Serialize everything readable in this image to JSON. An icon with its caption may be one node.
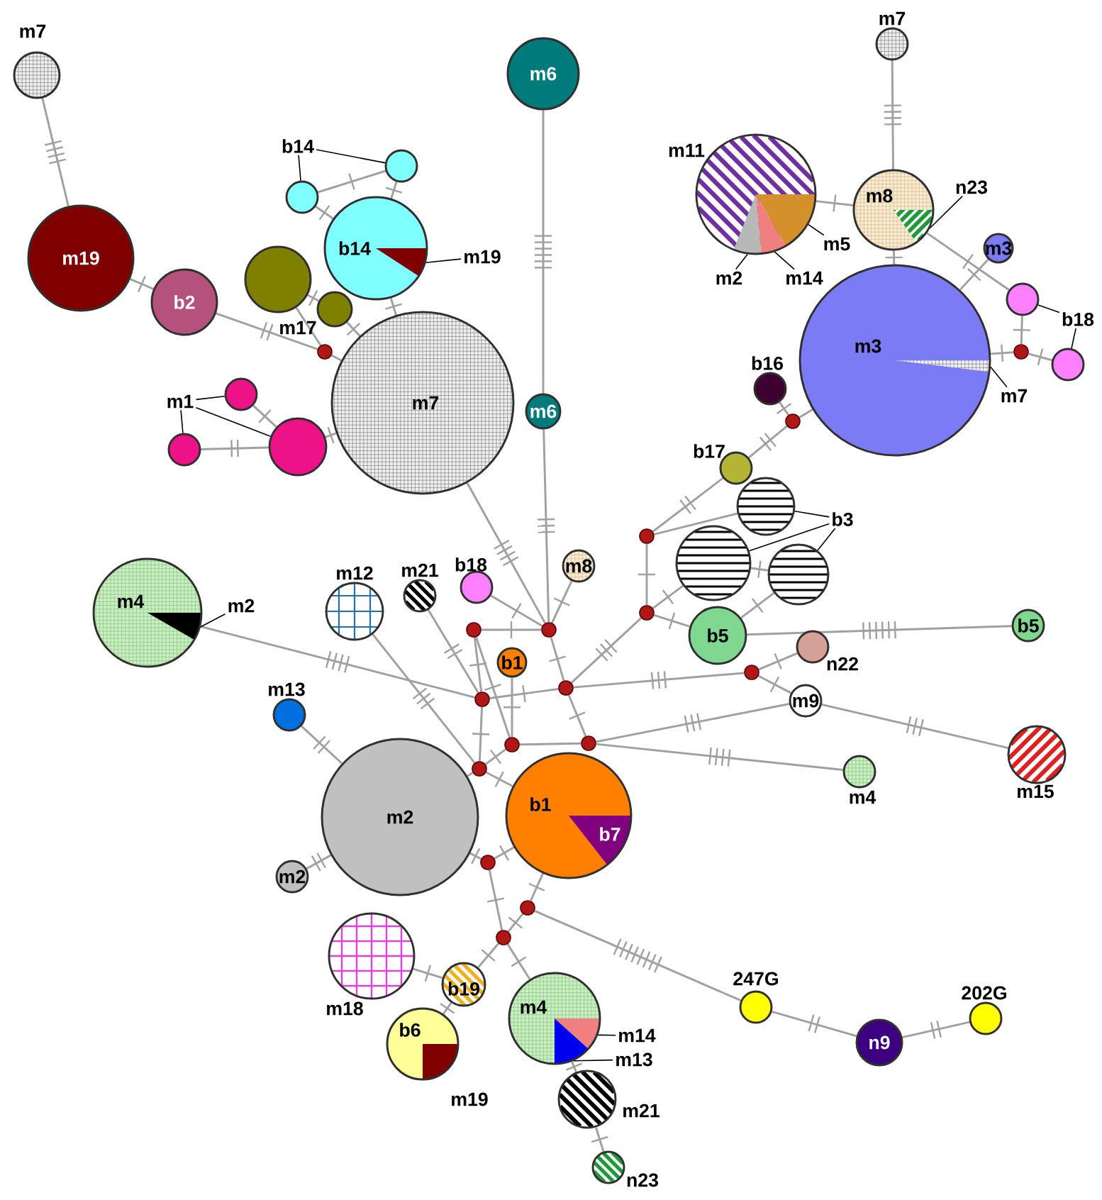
{
  "diagram": {
    "nodes": [
      {
        "text": [
          "m7"
        ]
      },
      {
        "text": [
          "m19"
        ]
      },
      {
        "text": [
          "b2"
        ]
      },
      {
        "text": [],
        "shape": "circle"
      },
      {
        "text": [],
        "shape": "circle"
      },
      {
        "text": [
          "b14"
        ]
      },
      {
        "text": [],
        "shape": "circle"
      },
      {
        "text": [],
        "shape": "circle"
      },
      {
        "text": [
          "b14"
        ]
      },
      {
        "text": [],
        "shape": "circle"
      },
      {
        "text": [
          "m7"
        ]
      },
      {
        "text": [
          "m1"
        ]
      },
      {
        "text": [],
        "shape": "circle"
      },
      {
        "text": [],
        "shape": "circle"
      },
      {
        "text": [],
        "shape": "circle"
      },
      {
        "text": [
          "m6"
        ]
      },
      {
        "text": [
          "m6"
        ]
      },
      {
        "text": [
          "m7"
        ]
      },
      {
        "text": [
          "m11"
        ]
      },
      {
        "text": [
          "m8"
        ]
      },
      {
        "text": [
          "m3"
        ]
      },
      {
        "text": [],
        "shape": "circle"
      },
      {
        "text": [
          "b18"
        ]
      },
      {
        "text": [],
        "shape": "circle"
      },
      {
        "text": [],
        "shape": "circle"
      },
      {
        "text": [
          "m3"
        ]
      },
      {
        "text": [
          "b16"
        ]
      },
      {
        "text": [],
        "shape": "circle"
      },
      {
        "text": [
          "b17"
        ]
      },
      {
        "text": [],
        "shape": "circle"
      },
      {
        "text": [
          "b3"
        ]
      },
      {
        "text": [],
        "shape": "circle"
      },
      {
        "text": [],
        "shape": "circle"
      },
      {
        "text": [],
        "shape": "circle"
      },
      {
        "text": [],
        "shape": "circle"
      },
      {
        "text": [
          "b5"
        ]
      },
      {
        "text": [
          "b5"
        ]
      },
      {
        "text": [
          "n22"
        ]
      },
      {
        "text": [],
        "shape": "circle"
      },
      {
        "text": [
          "m9"
        ]
      },
      {
        "text": [
          "m15"
        ]
      },
      {
        "text": [
          "m4"
        ]
      },
      {
        "text": [
          "m4"
        ]
      },
      {
        "text": [
          "m12"
        ]
      },
      {
        "text": [
          "m21"
        ]
      },
      {
        "text": [
          "b18"
        ]
      },
      {
        "text": [
          "m8"
        ]
      },
      {
        "text": [
          "m13"
        ]
      },
      {
        "text": [
          "b1"
        ]
      },
      {
        "text": [],
        "shape": "circle"
      },
      {
        "text": [],
        "shape": "circle"
      },
      {
        "text": [],
        "shape": "circle"
      },
      {
        "text": [],
        "shape": "circle"
      },
      {
        "text": [],
        "shape": "circle"
      },
      {
        "text": [],
        "shape": "circle"
      },
      {
        "text": [],
        "shape": "circle"
      },
      {
        "text": [
          "m2"
        ]
      },
      {
        "text": [
          "b1",
          "b7"
        ]
      },
      {
        "text": [
          "m2"
        ]
      },
      {
        "text": [],
        "shape": "circle"
      },
      {
        "text": [],
        "shape": "circle"
      },
      {
        "text": [],
        "shape": "circle"
      },
      {
        "text": [
          "m18"
        ]
      },
      {
        "text": [
          "b19"
        ]
      },
      {
        "text": [
          "b6",
          "m19"
        ]
      },
      {
        "text": [
          "m4"
        ]
      },
      {
        "text": [
          "m21"
        ]
      },
      {
        "text": [
          "n23"
        ]
      },
      {
        "text": [
          "247G"
        ]
      },
      {
        "text": [
          "n9"
        ]
      },
      {
        "text": [
          "202G"
        ]
      },
      {
        "text": [
          "m19"
        ]
      },
      {
        "text": [
          "m5"
        ]
      },
      {
        "text": [
          "m14"
        ]
      },
      {
        "text": [
          "m2"
        ]
      },
      {
        "text": [
          "n23"
        ]
      },
      {
        "text": [
          "m7"
        ]
      },
      {
        "text": [
          "m2"
        ]
      },
      {
        "text": [
          "m14"
        ]
      },
      {
        "text": [
          "m13"
        ]
      }
    ],
    "edges": [
      {
        "from": 0,
        "to": 1,
        "arrow": "none"
      },
      {
        "from": 1,
        "to": 2,
        "arrow": "none"
      },
      {
        "from": 2,
        "to": 9,
        "arrow": "none"
      },
      {
        "from": 3,
        "to": 9,
        "arrow": "none"
      },
      {
        "from": 3,
        "to": 4,
        "arrow": "none"
      },
      {
        "from": 4,
        "to": 10,
        "arrow": "none"
      },
      {
        "from": 9,
        "to": 10,
        "arrow": "none"
      },
      {
        "from": 6,
        "to": 8,
        "arrow": "none"
      },
      {
        "from": 6,
        "to": 7,
        "arrow": "none"
      },
      {
        "from": 7,
        "to": 8,
        "arrow": "none"
      },
      {
        "from": 8,
        "to": 10,
        "arrow": "none"
      },
      {
        "from": 12,
        "to": 14,
        "arrow": "none"
      },
      {
        "from": 13,
        "to": 14,
        "arrow": "none"
      },
      {
        "from": 14,
        "to": 10,
        "arrow": "none"
      },
      {
        "from": 15,
        "to": 16,
        "arrow": "none"
      },
      {
        "from": 16,
        "to": 50,
        "arrow": "none"
      },
      {
        "from": 10,
        "to": 50,
        "arrow": "none"
      },
      {
        "from": 18,
        "to": 19,
        "arrow": "none"
      },
      {
        "from": 17,
        "to": 19,
        "arrow": "none"
      },
      {
        "from": 19,
        "to": 25,
        "arrow": "none"
      },
      {
        "from": 19,
        "to": 21,
        "arrow": "none"
      },
      {
        "from": 20,
        "to": 25,
        "arrow": "none"
      },
      {
        "from": 21,
        "to": 24,
        "arrow": "none"
      },
      {
        "from": 24,
        "to": 23,
        "arrow": "none"
      },
      {
        "from": 24,
        "to": 25,
        "arrow": "none"
      },
      {
        "from": 25,
        "to": 27,
        "arrow": "none"
      },
      {
        "from": 26,
        "to": 27,
        "arrow": "none"
      },
      {
        "from": 27,
        "to": 28,
        "arrow": "none"
      },
      {
        "from": 28,
        "to": 33,
        "arrow": "none"
      },
      {
        "from": 29,
        "to": 33,
        "arrow": "none"
      },
      {
        "from": 33,
        "to": 34,
        "arrow": "none"
      },
      {
        "from": 31,
        "to": 34,
        "arrow": "none"
      },
      {
        "from": 31,
        "to": 32,
        "arrow": "none"
      },
      {
        "from": 32,
        "to": 35,
        "arrow": "none"
      },
      {
        "from": 34,
        "to": 35,
        "arrow": "none"
      },
      {
        "from": 35,
        "to": 36,
        "arrow": "none"
      },
      {
        "from": 34,
        "to": 52,
        "arrow": "none"
      },
      {
        "from": 52,
        "to": 38,
        "arrow": "none"
      },
      {
        "from": 38,
        "to": 37,
        "arrow": "none"
      },
      {
        "from": 38,
        "to": 39,
        "arrow": "none"
      },
      {
        "from": 39,
        "to": 40,
        "arrow": "none"
      },
      {
        "from": 54,
        "to": 39,
        "arrow": "none"
      },
      {
        "from": 54,
        "to": 41,
        "arrow": "none"
      },
      {
        "from": 50,
        "to": 46,
        "arrow": "none"
      },
      {
        "from": 50,
        "to": 45,
        "arrow": "none"
      },
      {
        "from": 50,
        "to": 49,
        "arrow": "none"
      },
      {
        "from": 50,
        "to": 52,
        "arrow": "none"
      },
      {
        "from": 52,
        "to": 54,
        "arrow": "none"
      },
      {
        "from": 52,
        "to": 51,
        "arrow": "none"
      },
      {
        "from": 49,
        "to": 51,
        "arrow": "none"
      },
      {
        "from": 49,
        "to": 53,
        "arrow": "none"
      },
      {
        "from": 44,
        "to": 51,
        "arrow": "none"
      },
      {
        "from": 43,
        "to": 55,
        "arrow": "none"
      },
      {
        "from": 42,
        "to": 51,
        "arrow": "none"
      },
      {
        "from": 51,
        "to": 55,
        "arrow": "none"
      },
      {
        "from": 48,
        "to": 53,
        "arrow": "none"
      },
      {
        "from": 53,
        "to": 54,
        "arrow": "none"
      },
      {
        "from": 53,
        "to": 55,
        "arrow": "none"
      },
      {
        "from": 55,
        "to": 57,
        "arrow": "none"
      },
      {
        "from": 55,
        "to": 56,
        "arrow": "none"
      },
      {
        "from": 47,
        "to": 56,
        "arrow": "none"
      },
      {
        "from": 56,
        "to": 58,
        "arrow": "none"
      },
      {
        "from": 56,
        "to": 59,
        "arrow": "none"
      },
      {
        "from": 57,
        "to": 59,
        "arrow": "none"
      },
      {
        "from": 59,
        "to": 61,
        "arrow": "none"
      },
      {
        "from": 57,
        "to": 60,
        "arrow": "none"
      },
      {
        "from": 60,
        "to": 68,
        "arrow": "none"
      },
      {
        "from": 60,
        "to": 61,
        "arrow": "none"
      },
      {
        "from": 61,
        "to": 63,
        "arrow": "none"
      },
      {
        "from": 61,
        "to": 65,
        "arrow": "none"
      },
      {
        "from": 62,
        "to": 63,
        "arrow": "none"
      },
      {
        "from": 63,
        "to": 64,
        "arrow": "none"
      },
      {
        "from": 65,
        "to": 66,
        "arrow": "none"
      },
      {
        "from": 66,
        "to": 67,
        "arrow": "none"
      },
      {
        "from": 68,
        "to": 69,
        "arrow": "none"
      },
      {
        "from": 69,
        "to": 70,
        "arrow": "none"
      },
      {
        "from": 5,
        "to": 6,
        "arrow": "none",
        "color": "#000000"
      },
      {
        "from": 5,
        "to": 7,
        "arrow": "none",
        "color": "#000000"
      },
      {
        "from": 11,
        "to": 12,
        "arrow": "none",
        "color": "#000000"
      },
      {
        "from": 11,
        "to": 13,
        "arrow": "none",
        "color": "#000000"
      },
      {
        "from": 11,
        "to": 14,
        "arrow": "none",
        "color": "#000000"
      },
      {
        "from": 22,
        "to": 21,
        "arrow": "none",
        "color": "#000000"
      },
      {
        "from": 22,
        "to": 23,
        "arrow": "none",
        "color": "#000000"
      },
      {
        "from": 30,
        "to": 29,
        "arrow": "none",
        "color": "#000000"
      },
      {
        "from": 30,
        "to": 31,
        "arrow": "none",
        "color": "#000000"
      },
      {
        "from": 30,
        "to": 32,
        "arrow": "none",
        "color": "#000000"
      },
      {
        "from": 71,
        "to": 8,
        "arrow": "none",
        "color": "#000000"
      },
      {
        "from": 72,
        "to": 18,
        "arrow": "none",
        "color": "#000000"
      },
      {
        "from": 73,
        "to": 18,
        "arrow": "none",
        "color": "#000000"
      },
      {
        "from": 74,
        "to": 18,
        "arrow": "none",
        "color": "#000000"
      },
      {
        "from": 75,
        "to": 19,
        "arrow": "none",
        "color": "#000000"
      },
      {
        "from": 76,
        "to": 25,
        "arrow": "none",
        "color": "#000000"
      },
      {
        "from": 77,
        "to": 42,
        "arrow": "none",
        "color": "#000000"
      },
      {
        "from": 78,
        "to": 65,
        "arrow": "none",
        "color": "#000000"
      },
      {
        "from": 79,
        "to": 65,
        "arrow": "none",
        "color": "#000000"
      }
    ],
    "labels": [
      "m17"
    ]
  }
}
